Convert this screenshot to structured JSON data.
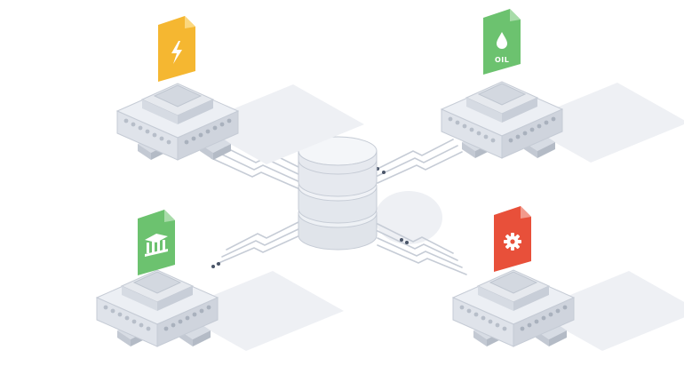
{
  "colors": {
    "background": "#ffffff",
    "floor_shadow": "#eef0f4",
    "server_top": "#eceff4",
    "server_left": "#dfe3ea",
    "server_right": "#cfd4dd",
    "server_outline": "#b9c0cb",
    "circuit_line": "#c6ccd6",
    "database_top": "#f1f3f6",
    "database_side": "#e0e4ea",
    "energy_doc": "#f5b731",
    "oil_doc": "#6cc26f",
    "bank_doc": "#6cc26f",
    "settings_doc": "#e8503a",
    "doc_fold": "#ffffff"
  },
  "nodes": [
    {
      "id": "energy",
      "icon": "lightning-bolt-icon",
      "doc_color": "#f5b731"
    },
    {
      "id": "oil",
      "icon": "oil-drop-icon",
      "doc_color": "#6cc26f",
      "label": "OIL"
    },
    {
      "id": "bank",
      "icon": "bank-building-icon",
      "doc_color": "#6cc26f"
    },
    {
      "id": "settings",
      "icon": "gear-icon",
      "doc_color": "#e8503a"
    }
  ],
  "center": {
    "icon": "database-icon"
  }
}
